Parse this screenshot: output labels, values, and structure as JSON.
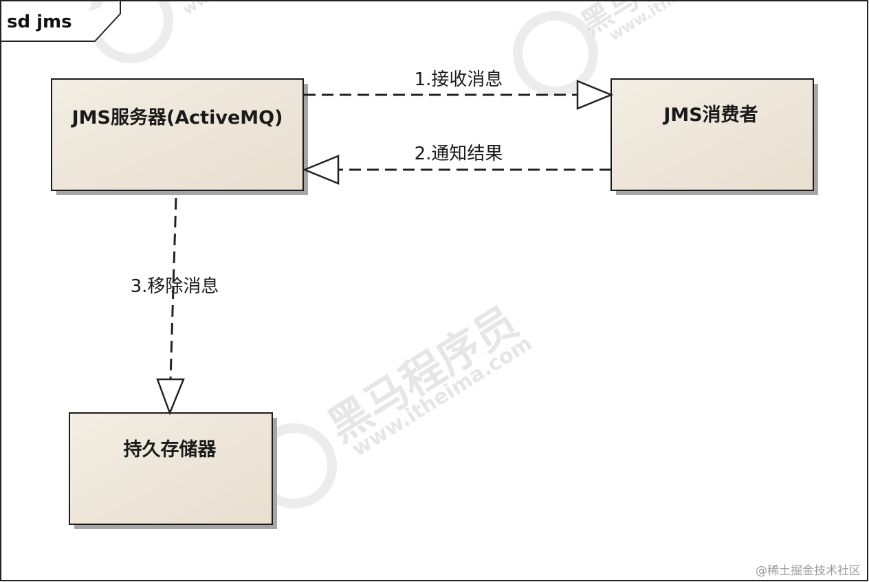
{
  "frame": {
    "label": "sd jms"
  },
  "nodes": {
    "server": {
      "label": "JMS服务器(ActiveMQ)"
    },
    "consumer": {
      "label": "JMS消费者"
    },
    "storage": {
      "label": "持久存储器"
    }
  },
  "messages": {
    "receive": {
      "label": "1.接收消息"
    },
    "notify": {
      "label": "2.通知结果"
    },
    "remove": {
      "label": "3.移除消息"
    }
  },
  "watermarks": {
    "brand": "黑马程序员",
    "site": "www.itheima.com"
  },
  "credit": {
    "text": "@稀土掘金技术社区"
  },
  "colors": {
    "box_fill": "#efe8dc",
    "box_stroke": "#1a1a1a",
    "shadow": "#9a9a9a",
    "line": "#222222",
    "watermark": "#d8d8d8"
  }
}
